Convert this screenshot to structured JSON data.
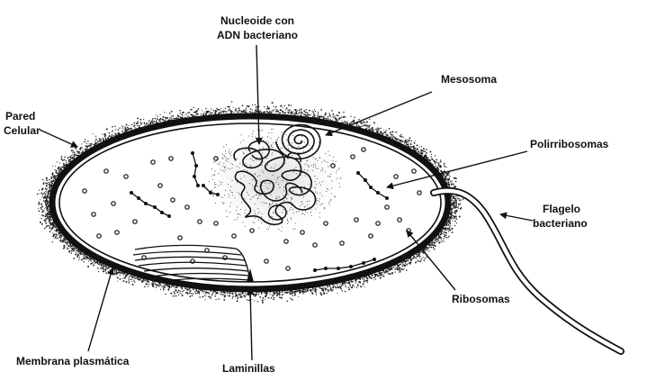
{
  "labels": {
    "nucleoid_l1": "Nucleoide con",
    "nucleoid_l2": "ADN bacteriano",
    "mesosome": "Mesosoma",
    "cell_wall_l1": "Pared",
    "cell_wall_l2": "Celular",
    "polyribosomes": "Polirribosomas",
    "flagellum_l1": "Flagelo",
    "flagellum_l2": "bacteriano",
    "ribosomes": "Ribosomas",
    "plasma_membrane": "Membrana plasmática",
    "lamellae": "Laminillas"
  },
  "colors": {
    "ink": "#111111",
    "background": "#ffffff"
  }
}
